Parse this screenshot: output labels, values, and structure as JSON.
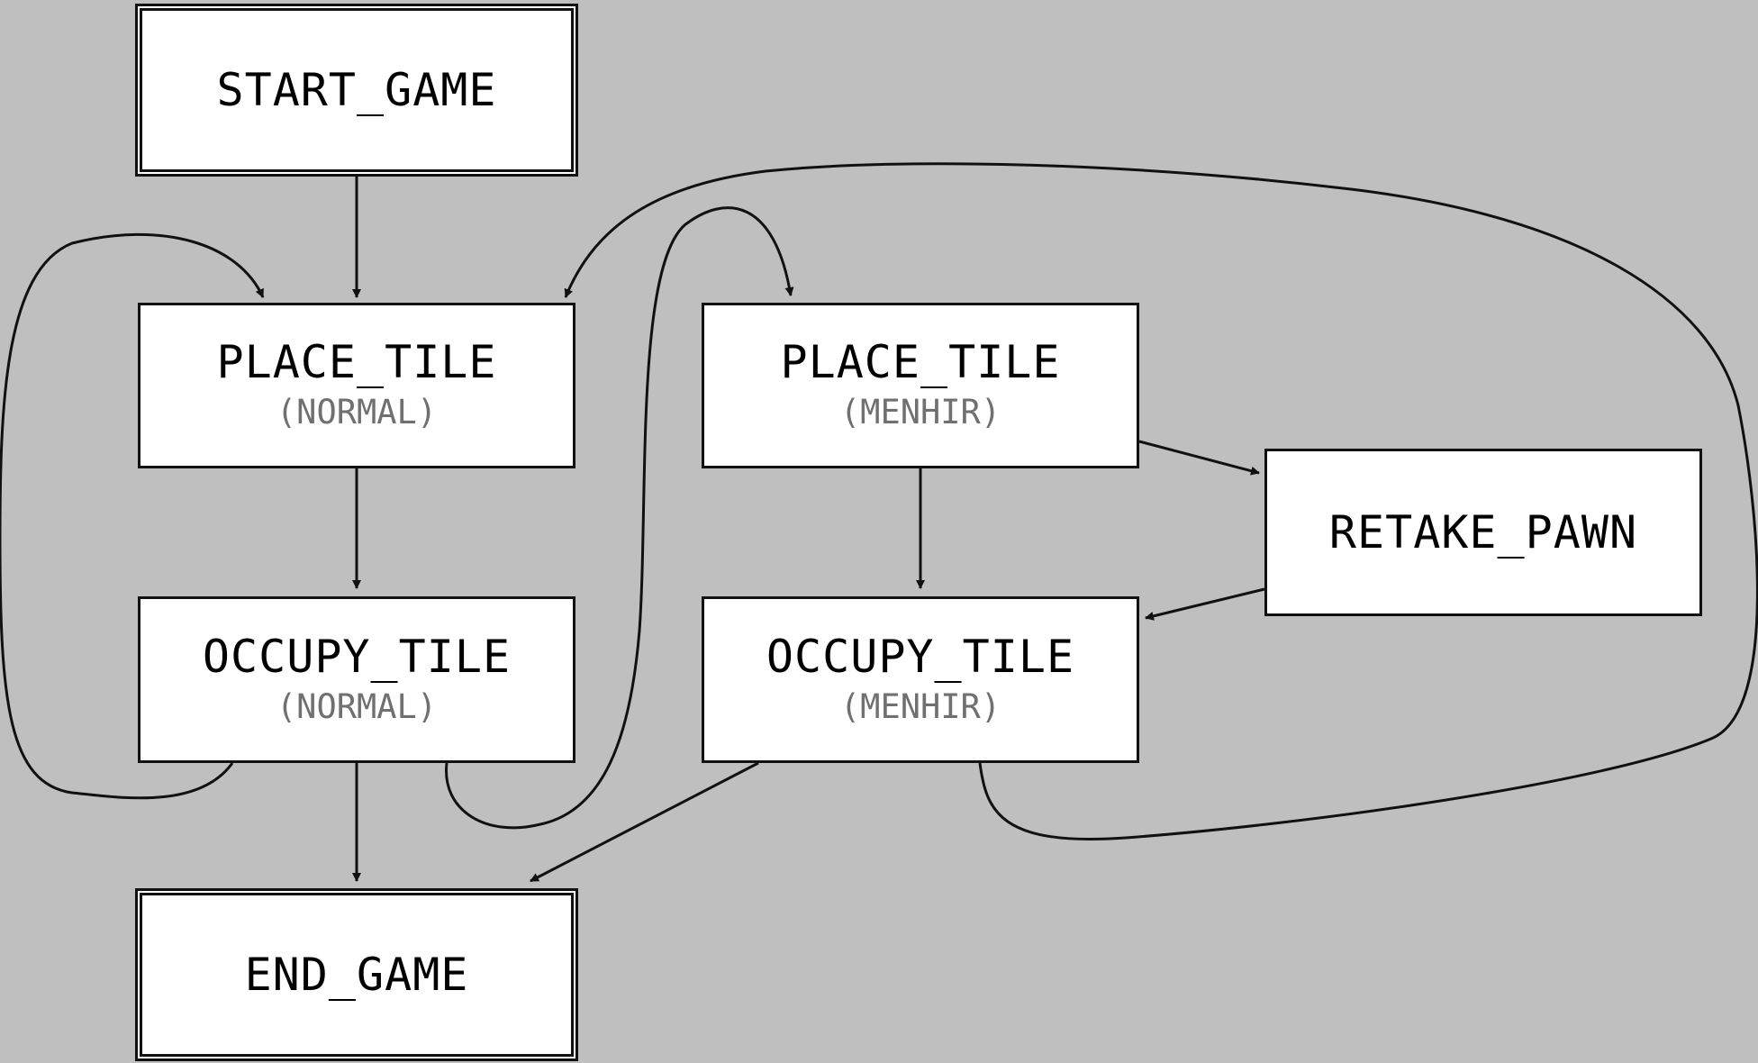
{
  "diagram": {
    "nodes": {
      "start_game": {
        "title": "START_GAME"
      },
      "place_tile_normal": {
        "title": "PLACE_TILE",
        "subtitle": "(NORMAL)"
      },
      "occupy_tile_normal": {
        "title": "OCCUPY_TILE",
        "subtitle": "(NORMAL)"
      },
      "place_tile_menhir": {
        "title": "PLACE_TILE",
        "subtitle": "(MENHIR)"
      },
      "occupy_tile_menhir": {
        "title": "OCCUPY_TILE",
        "subtitle": "(MENHIR)"
      },
      "retake_pawn": {
        "title": "RETAKE_PAWN"
      },
      "end_game": {
        "title": "END_GAME"
      }
    },
    "edges": [
      {
        "from": "start_game",
        "to": "place_tile_normal"
      },
      {
        "from": "place_tile_normal",
        "to": "occupy_tile_normal"
      },
      {
        "from": "occupy_tile_normal",
        "to": "place_tile_normal"
      },
      {
        "from": "occupy_tile_normal",
        "to": "place_tile_menhir"
      },
      {
        "from": "occupy_tile_normal",
        "to": "end_game"
      },
      {
        "from": "place_tile_menhir",
        "to": "occupy_tile_menhir"
      },
      {
        "from": "place_tile_menhir",
        "to": "retake_pawn"
      },
      {
        "from": "retake_pawn",
        "to": "occupy_tile_menhir"
      },
      {
        "from": "occupy_tile_menhir",
        "to": "end_game"
      },
      {
        "from": "occupy_tile_menhir",
        "to": "place_tile_normal"
      }
    ],
    "colors": {
      "background": "#bfbfbf",
      "node_fill": "#ffffff",
      "stroke": "#111111",
      "subtitle": "#707070"
    }
  }
}
